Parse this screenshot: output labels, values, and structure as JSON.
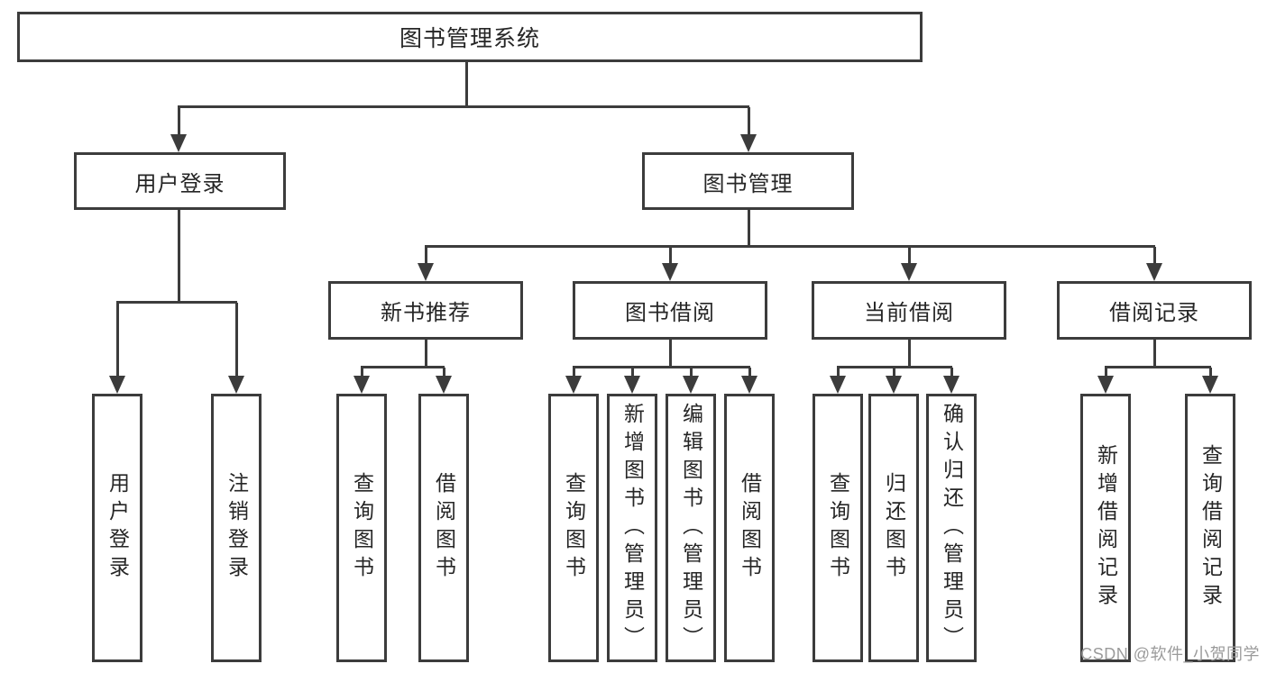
{
  "diagram_type": "hierarchy-tree",
  "colors": {
    "line": "#3c3c3c",
    "text": "#262626",
    "background": "#ffffff",
    "watermark": "#9b9b9b"
  },
  "tree": {
    "label": "图书管理系统",
    "children": [
      {
        "label": "用户登录",
        "children": [
          {
            "label": "用户登录"
          },
          {
            "label": "注销登录"
          }
        ]
      },
      {
        "label": "图书管理",
        "children": [
          {
            "label": "新书推荐",
            "children": [
              {
                "label": "查询图书"
              },
              {
                "label": "借阅图书"
              }
            ]
          },
          {
            "label": "图书借阅",
            "children": [
              {
                "label": "查询图书"
              },
              {
                "label": "新增图书（管理员）"
              },
              {
                "label": "编辑图书（管理员）"
              },
              {
                "label": "借阅图书"
              }
            ]
          },
          {
            "label": "当前借阅",
            "children": [
              {
                "label": "查询图书"
              },
              {
                "label": "归还图书"
              },
              {
                "label": "确认归还（管理员）"
              }
            ]
          },
          {
            "label": "借阅记录",
            "children": [
              {
                "label": "新增借阅记录"
              },
              {
                "label": "查询借阅记录"
              }
            ]
          }
        ]
      }
    ]
  },
  "watermark": {
    "text": "CSDN @软件_小贺同学"
  }
}
